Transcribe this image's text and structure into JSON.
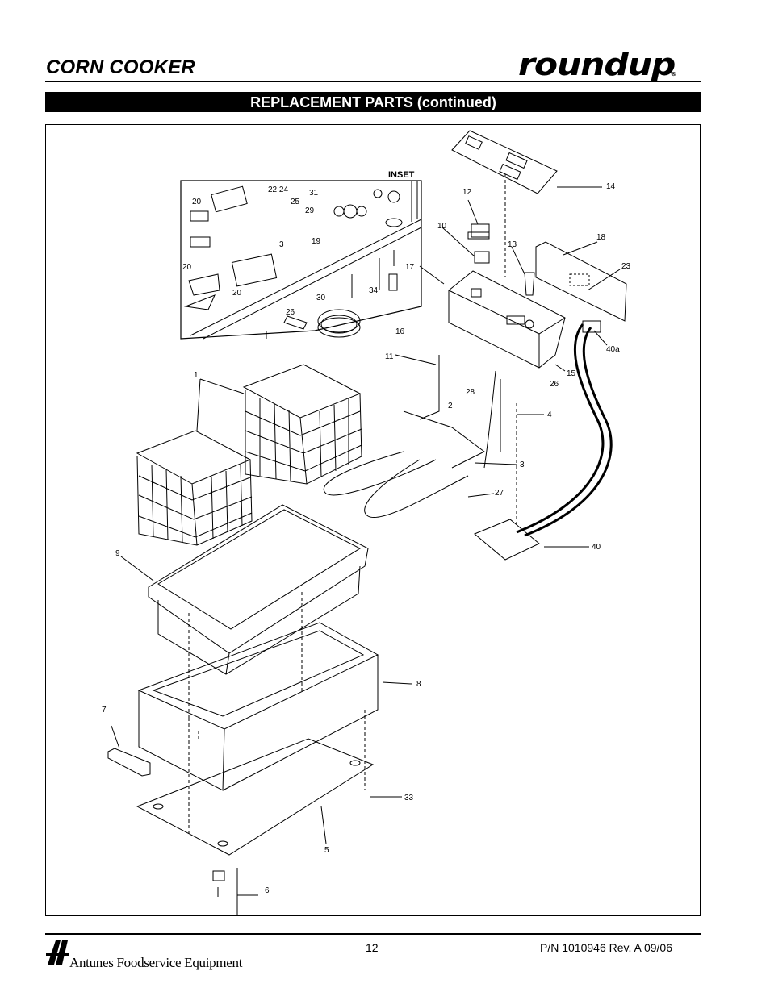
{
  "header": {
    "title": "CORN COOKER",
    "brand": "roundup",
    "brand_mark": "®"
  },
  "section": {
    "title": "REPLACEMENT PARTS (continued)"
  },
  "diagram": {
    "inset_label": "INSET",
    "callouts": {
      "c1": "1",
      "c2": "2",
      "c3": "3",
      "c3_inset": "3",
      "c4": "4",
      "c5": "5",
      "c6": "6",
      "c7": "7",
      "c8": "8",
      "c9": "9",
      "c10": "10",
      "c11": "11",
      "c12": "12",
      "c13": "13",
      "c14": "14",
      "c15": "15",
      "c16": "16",
      "c17": "17",
      "c18": "18",
      "c19": "19",
      "c20a": "20",
      "c20b": "20",
      "c20c": "20",
      "c2224": "22,24",
      "c23": "23",
      "c25": "25",
      "c26_inset": "26",
      "c26": "26",
      "c27": "27",
      "c28": "28",
      "c29": "29",
      "c30": "30",
      "c31": "31",
      "c33": "33",
      "c34": "34",
      "c40": "40",
      "c40a": "40a"
    }
  },
  "footer": {
    "company": "Antunes Foodservice Equipment",
    "page": "12",
    "part_number": "P/N 1010946 Rev. A 09/06"
  }
}
